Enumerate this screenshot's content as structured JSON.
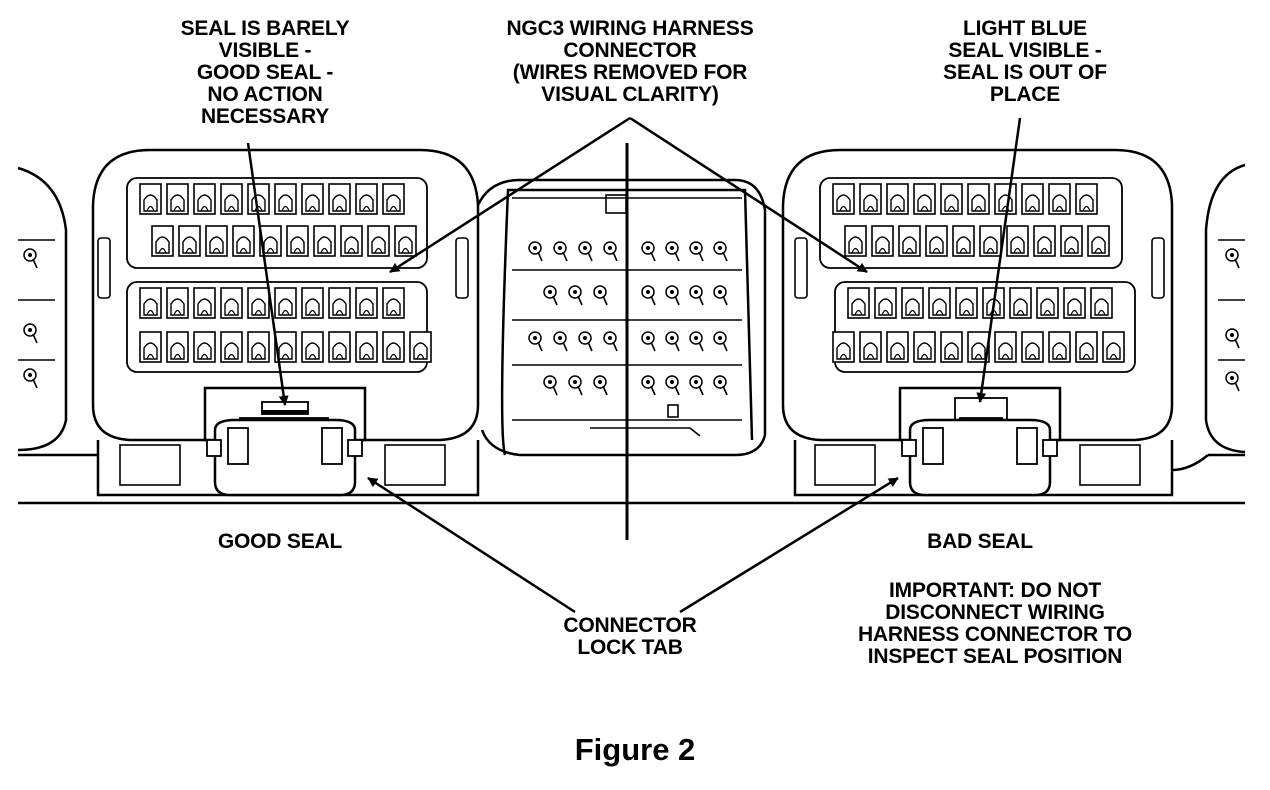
{
  "labels": {
    "seal_barely": [
      "SEAL IS BARELY",
      "VISIBLE -",
      "GOOD SEAL -",
      "NO ACTION",
      "NECESSARY"
    ],
    "ngc3": [
      "NGC3 WIRING HARNESS",
      "CONNECTOR",
      "(WIRES REMOVED FOR",
      "VISUAL CLARITY)"
    ],
    "light_blue": [
      "LIGHT BLUE",
      "SEAL VISIBLE -",
      "SEAL IS OUT OF",
      "PLACE"
    ],
    "good_seal": "GOOD SEAL",
    "bad_seal": "BAD SEAL",
    "lock_tab": [
      "CONNECTOR",
      "LOCK TAB"
    ],
    "important": [
      "IMPORTANT: DO NOT",
      "DISCONNECT WIRING",
      "HARNESS CONNECTOR TO",
      "INSPECT SEAL POSITION"
    ]
  },
  "caption": "Figure 2"
}
